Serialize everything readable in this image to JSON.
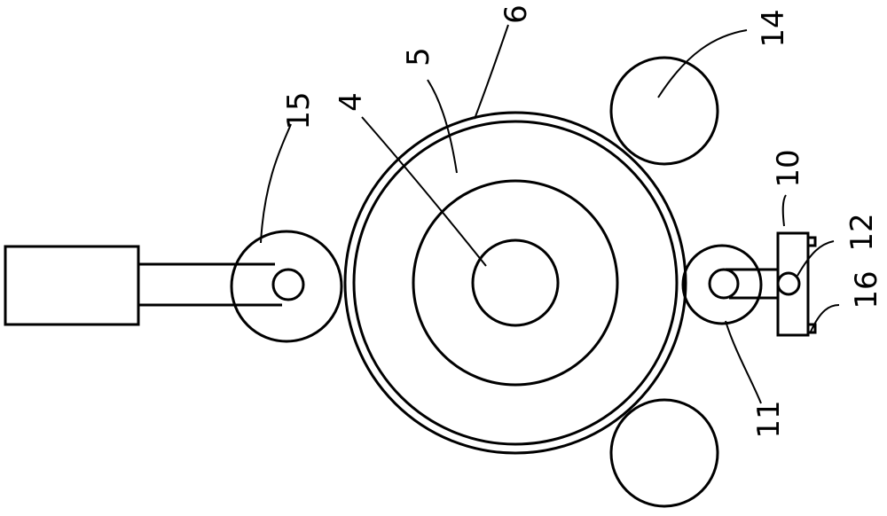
{
  "diagram": {
    "labels": {
      "l4": "4",
      "l5": "5",
      "l6": "6",
      "l10": "10",
      "l11": "11",
      "l12": "12",
      "l14": "14",
      "l15": "15",
      "l16": "16"
    }
  }
}
